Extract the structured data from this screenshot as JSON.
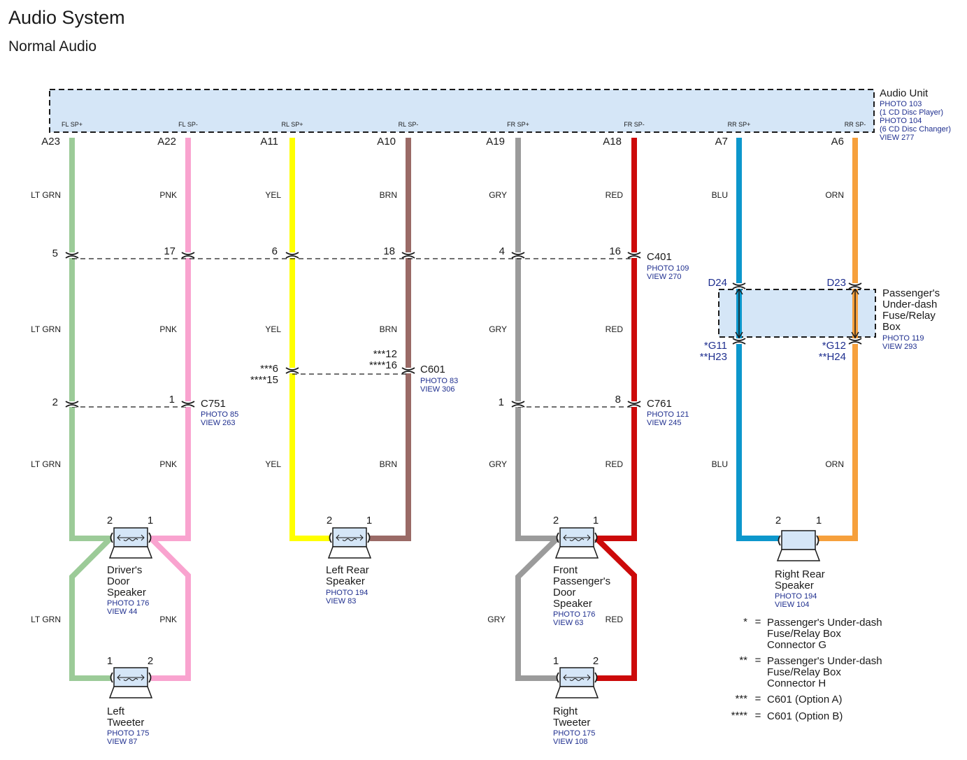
{
  "title": "Audio System",
  "subtitle": "Normal Audio",
  "audio_unit": {
    "name": "Audio Unit",
    "refs": [
      "PHOTO 103",
      "(1 CD Disc Player)",
      "PHOTO 104",
      "(6 CD Disc Changer)",
      "VIEW 277"
    ],
    "terminals": [
      "FL SP+",
      "FL SP-",
      "RL SP+",
      "RL SP-",
      "FR SP+",
      "FR SP-",
      "RR SP+",
      "RR SP-"
    ],
    "pins": [
      "A23",
      "A22",
      "A11",
      "A10",
      "A19",
      "A18",
      "A7",
      "A6"
    ]
  },
  "wire_colors": {
    "LT GRN": "#9ccb98",
    "PNK": "#f9a3cf",
    "YEL": "#ffff00",
    "BRN": "#9a6a66",
    "GRY": "#9b9b9b",
    "RED": "#cc0a0a",
    "BLU": "#0d97cc",
    "ORN": "#f6a03c"
  },
  "wires": [
    "LT GRN",
    "PNK",
    "YEL",
    "BRN",
    "GRY",
    "RED",
    "BLU",
    "ORN"
  ],
  "c401": {
    "name": "C401",
    "refs": [
      "PHOTO 109",
      "VIEW 270"
    ],
    "pins": [
      "5",
      "17",
      "6",
      "18",
      "4",
      "16"
    ]
  },
  "c601": {
    "name": "C601",
    "refs": [
      "PHOTO 83",
      "VIEW 306"
    ],
    "left_pins": [
      "***6",
      "****15"
    ],
    "right_pins": [
      "***12",
      "****16"
    ]
  },
  "c751": {
    "name": "C751",
    "refs": [
      "PHOTO 85",
      "VIEW 263"
    ],
    "pins": [
      "2",
      "1"
    ]
  },
  "c761": {
    "name": "C761",
    "refs": [
      "PHOTO 121",
      "VIEW 245"
    ],
    "pins": [
      "1",
      "8"
    ]
  },
  "fuse_box": {
    "name_lines": [
      "Passenger's",
      "Under-dash",
      "Fuse/Relay",
      "Box"
    ],
    "refs": [
      "PHOTO 119",
      "VIEW 293"
    ],
    "top_pins": [
      "D24",
      "D23"
    ],
    "bottom_left_pins": [
      "*G11",
      "**H23"
    ],
    "bottom_right_pins": [
      "*G12",
      "**H24"
    ]
  },
  "components": {
    "drivers_speaker": {
      "name_lines": [
        "Driver's",
        "Door",
        "Speaker"
      ],
      "refs": [
        "PHOTO 176",
        "VIEW 44"
      ],
      "pins": [
        "2",
        "1"
      ]
    },
    "left_tweeter": {
      "name_lines": [
        "Left",
        "Tweeter"
      ],
      "refs": [
        "PHOTO 175",
        "VIEW 87"
      ],
      "pins": [
        "1",
        "2"
      ]
    },
    "left_rear_speaker": {
      "name_lines": [
        "Left Rear",
        "Speaker"
      ],
      "refs": [
        "PHOTO 194",
        "VIEW 83"
      ],
      "pins": [
        "2",
        "1"
      ]
    },
    "front_pass_speaker": {
      "name_lines": [
        "Front",
        "Passenger's",
        "Door",
        "Speaker"
      ],
      "refs": [
        "PHOTO 176",
        "VIEW 63"
      ],
      "pins": [
        "2",
        "1"
      ]
    },
    "right_tweeter": {
      "name_lines": [
        "Right",
        "Tweeter"
      ],
      "refs": [
        "PHOTO 175",
        "VIEW 108"
      ],
      "pins": [
        "1",
        "2"
      ]
    },
    "right_rear_speaker": {
      "name_lines": [
        "Right Rear",
        "Speaker"
      ],
      "refs": [
        "PHOTO 194",
        "VIEW 104"
      ],
      "pins": [
        "2",
        "1"
      ]
    }
  },
  "legend": [
    {
      "sym": "*",
      "lines": [
        "Passenger's Under-dash",
        "Fuse/Relay Box",
        "Connector G"
      ]
    },
    {
      "sym": "**",
      "lines": [
        "Passenger's Under-dash",
        "Fuse/Relay Box",
        "Connector H"
      ]
    },
    {
      "sym": "***",
      "lines": [
        "C601 (Option A)"
      ]
    },
    {
      "sym": "****",
      "lines": [
        "C601 (Option B)"
      ]
    }
  ],
  "equals": "="
}
